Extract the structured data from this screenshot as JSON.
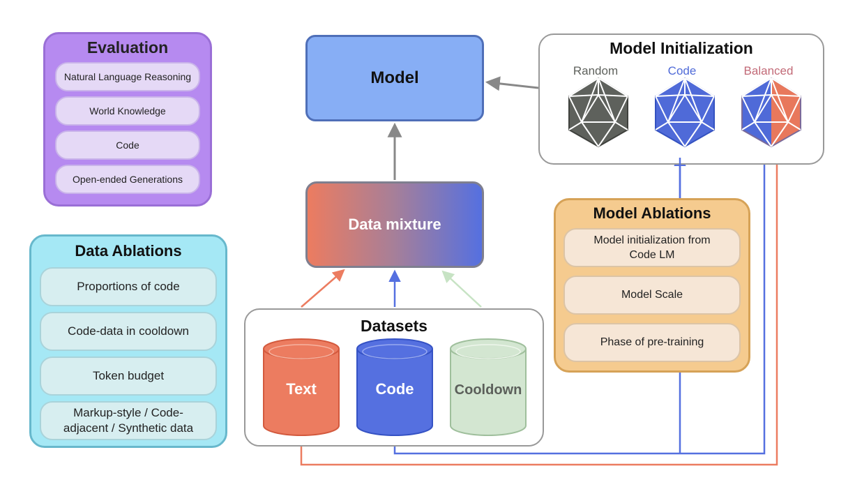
{
  "evaluation": {
    "title": "Evaluation",
    "items": [
      "Natural Language Reasoning",
      "World Knowledge",
      "Code",
      "Open-ended Generations"
    ]
  },
  "data_ablations": {
    "title": "Data Ablations",
    "items": [
      "Proportions of code",
      "Code-data in cooldown",
      "Token budget",
      "Markup-style / Code-adjacent / Synthetic data"
    ]
  },
  "model": {
    "label": "Model"
  },
  "data_mixture": {
    "label": "Data mixture"
  },
  "datasets": {
    "title": "Datasets",
    "items": [
      {
        "label": "Text",
        "color": "#ec7c60"
      },
      {
        "label": "Code",
        "color": "#5570e0"
      },
      {
        "label": "Cooldown",
        "color": "#d3e6d1"
      }
    ]
  },
  "model_initialization": {
    "title": "Model Initialization",
    "options": [
      {
        "label": "Random",
        "color": "#5e615c"
      },
      {
        "label": "Code",
        "color": "#4f6ad8"
      },
      {
        "label": "Balanced",
        "color": "#e8785c"
      }
    ]
  },
  "model_ablations": {
    "title": "Model Ablations",
    "items": [
      "Model initialization from Code LM",
      "Model Scale",
      "Phase of pre-training"
    ]
  },
  "colors": {
    "text_orange": "#ec7c60",
    "code_blue": "#5570e0",
    "cooldown_green": "#d3e6d1",
    "arrow_gray": "#888888",
    "evaluation_purple": "#b68af0",
    "data_ablations_cyan": "#a5e8f5",
    "model_ablations_orange": "#f5cb8f",
    "model_blue": "#87aef5"
  }
}
